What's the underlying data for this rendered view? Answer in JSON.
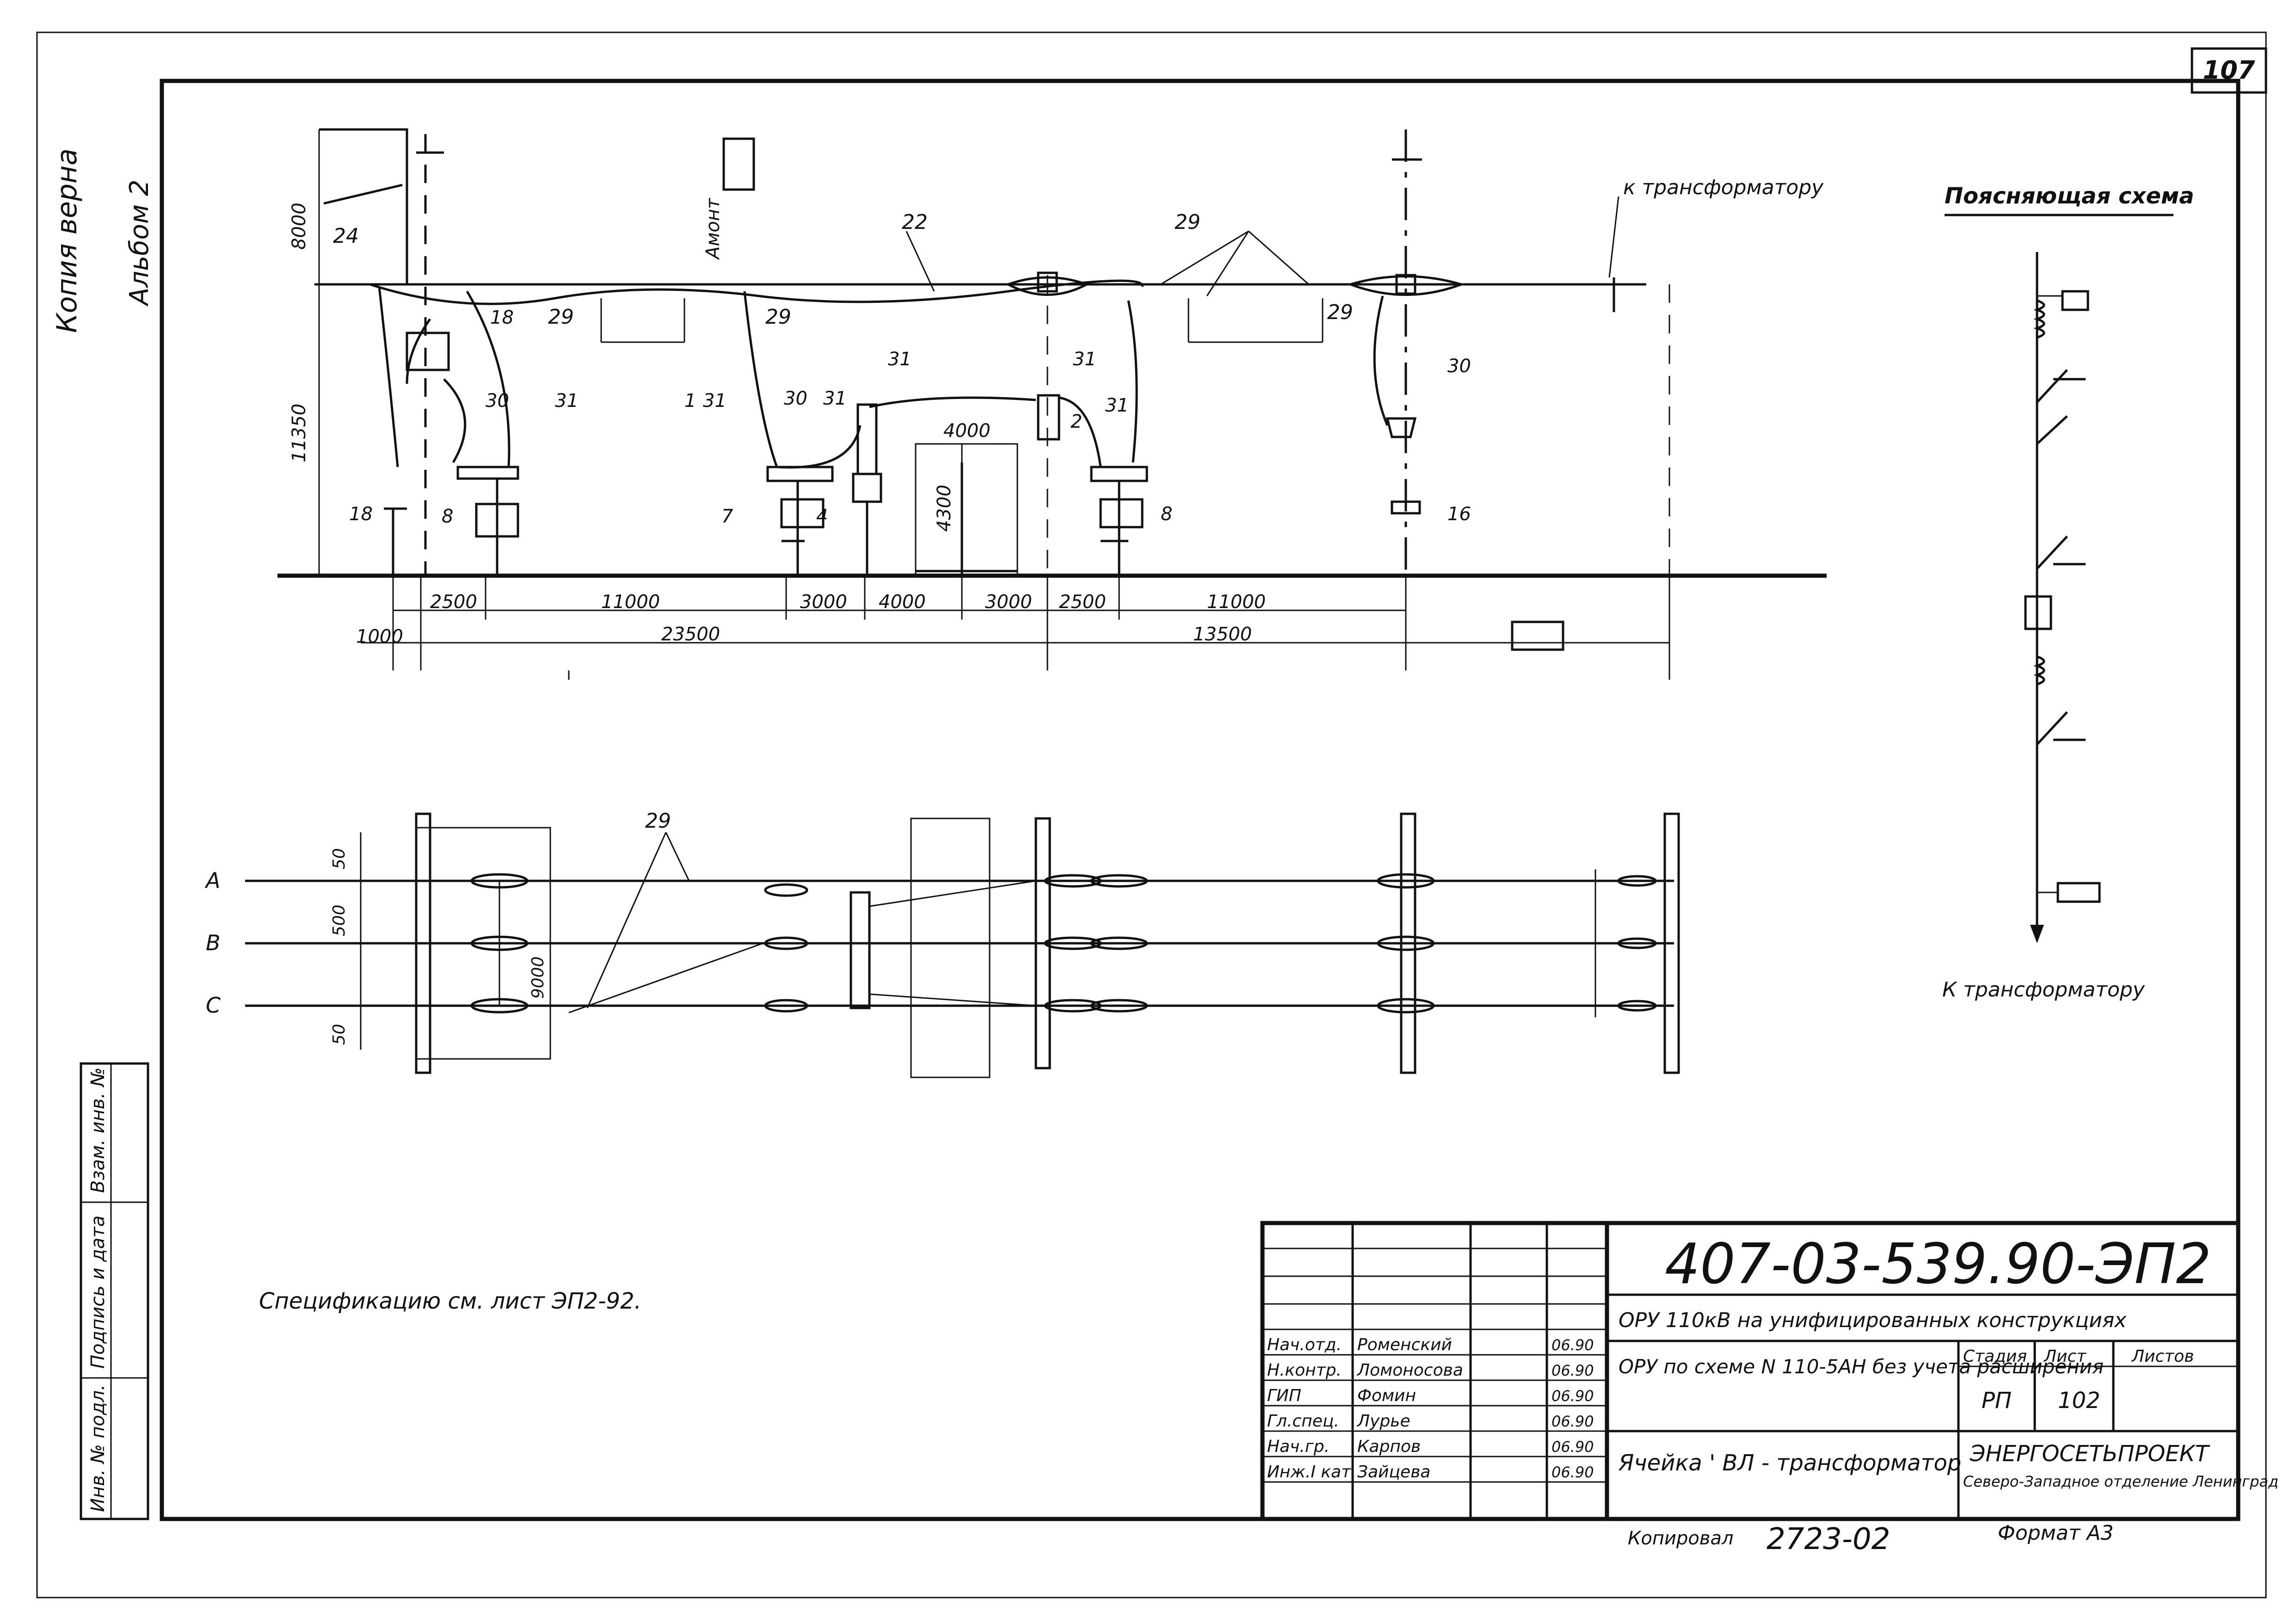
{
  "sheet": {
    "page_number": "107",
    "document_code": "407-03-539.90-ЭП2",
    "format_label": "Формат А3",
    "copied_label": "Копировал",
    "copied_number": "2723-02",
    "copy_note": "Копия верна",
    "album": "Альбом 2"
  },
  "side_stamp": {
    "fields": [
      "Инв. № подл.",
      "Подпись и дата",
      "Взам. инв. №"
    ]
  },
  "title_block": {
    "object": "ОРУ 110кВ на унифицированных конструкциях",
    "scheme": "ОРУ по схеме N 110-5АН без учета расширения",
    "sheet_title": "Ячейка ' ВЛ - трансформатор",
    "stage_header": "Стадия",
    "sheet_header": "Лист",
    "sheets_header": "Листов",
    "stage": "РП",
    "sheet": "102",
    "organization": "ЭНЕРГОСЕТЬПРОЕКТ",
    "organization_sub": "Северо-Западное отделение Ленинград",
    "signers": [
      {
        "role": "Нач.отд.",
        "name": "Роменский",
        "date": "06.90"
      },
      {
        "role": "Н.контр.",
        "name": "Ломоносова",
        "date": "06.90"
      },
      {
        "role": "ГИП",
        "name": "Фомин",
        "date": "06.90"
      },
      {
        "role": "Гл.спец.",
        "name": "Лурье",
        "date": "06.90"
      },
      {
        "role": "Нач.гр.",
        "name": "Карпов",
        "date": "06.90"
      },
      {
        "role": "Инж.I кат.",
        "name": "Зайцева",
        "date": "06.90"
      }
    ]
  },
  "spec_note": "Спецификацию см. лист ЭП2-92.",
  "elevation": {
    "to_transformer": "к трансформатору",
    "vertical_dims": [
      "8000",
      "11350",
      "4300"
    ],
    "clearance_label": "Амонт",
    "span_4000": "4000",
    "bottom_dims": [
      "1000",
      "2500",
      "11000",
      "3000",
      "4000",
      "3000",
      "2500",
      "11000"
    ],
    "total_dims": [
      "23500",
      "13500"
    ],
    "callouts": [
      "24",
      "22",
      "29",
      "29",
      "29",
      "29",
      "18",
      "18",
      "30",
      "31",
      "8",
      "1",
      "31",
      "30",
      "31",
      "31",
      "31",
      "2",
      "7",
      "4",
      "31",
      "8",
      "30",
      "16"
    ]
  },
  "plan": {
    "phases": [
      "A",
      "B",
      "C"
    ],
    "dims": [
      "50",
      "500",
      "50",
      "9000"
    ],
    "callout": "29"
  },
  "explanatory": {
    "title": "Поясняющая схема",
    "to_transformer": "К трансформатору"
  }
}
